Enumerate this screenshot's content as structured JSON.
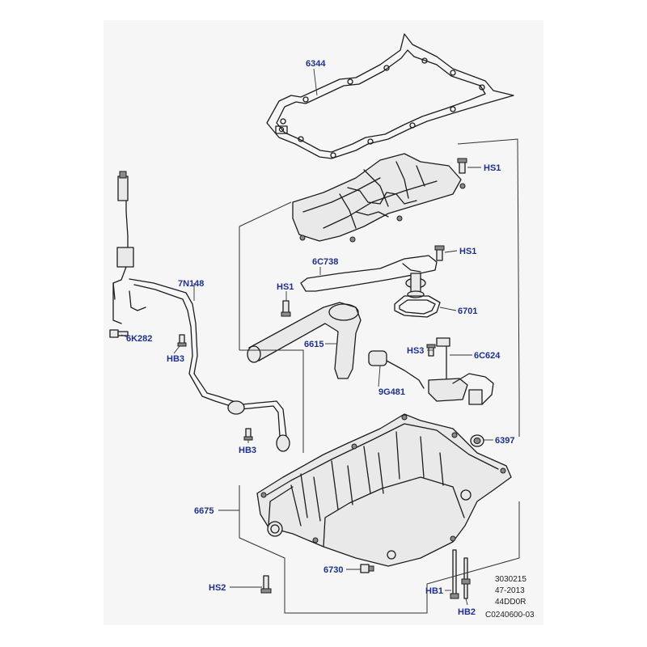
{
  "colors": {
    "callout_text": "#1f2f8f",
    "panel_background": "#f6f6f6",
    "line": "#1c1c1c"
  },
  "callouts": {
    "gasket_6344": "6344",
    "bolt_hs1_top": "HS1",
    "bolt_hs1_mid": "HS1",
    "bolt_hs1_left": "HS1",
    "pipe_6c738": "6C738",
    "oring_6701": "6701",
    "dipstick_tube_7n148": "7N148",
    "bolt_6k282": "6K282",
    "pickup_6615": "6615",
    "bolt_hb3_upper": "HB3",
    "bolt_hs3": "HS3",
    "sensor_6c624": "6C624",
    "sensor_9g481": "9G481",
    "bolt_hb3_lower": "HB3",
    "plug_6397": "6397",
    "oil_pan_6675": "6675",
    "drain_6730": "6730",
    "bolt_hs2": "HS2",
    "bolt_hb1": "HB1",
    "bolt_hb2": "HB2"
  },
  "reference": {
    "line1": "3030215",
    "line2": "47-2013",
    "line3": "44DD0R",
    "line4": "C0240600-03"
  }
}
